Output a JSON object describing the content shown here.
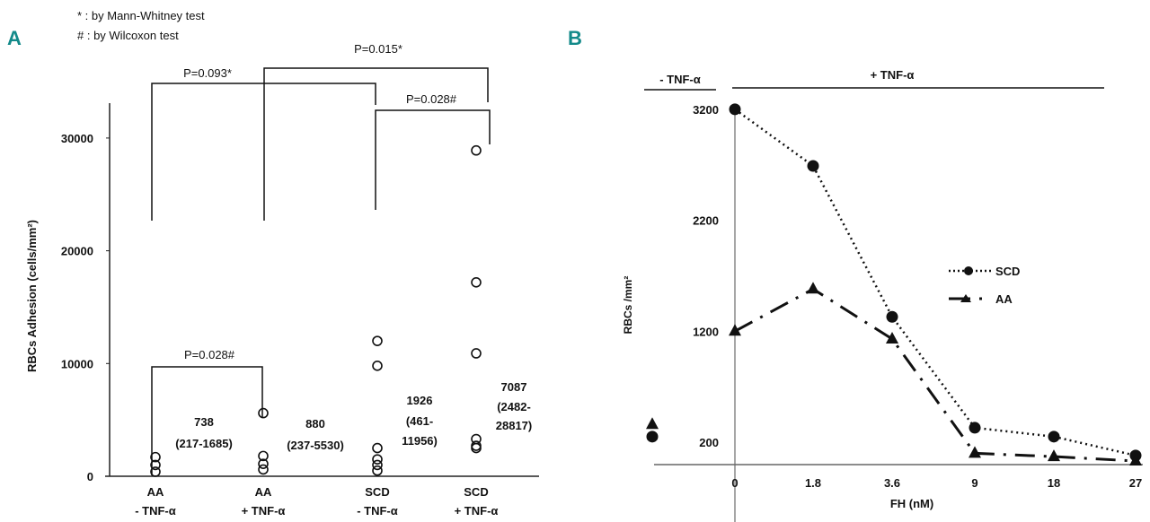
{
  "panel_labels": {
    "a": "A",
    "b": "B"
  },
  "chart_data": [
    {
      "type": "scatter",
      "panel": "A",
      "ylabel": "RBCs Adhesion (cells/mm²)",
      "ylim": [
        0,
        33000
      ],
      "yticks": [
        "0",
        "10000",
        "20000",
        "30000"
      ],
      "ytick_values": [
        0,
        10000,
        20000,
        30000
      ],
      "legend_notes": [
        "* : by Mann-Whitney test",
        "# : by Wilcoxon test"
      ],
      "categories": [
        {
          "line1": "AA",
          "line2": "- TNF-α",
          "values": [
            1700,
            1000,
            400
          ],
          "median": "738",
          "range": "(217-1685)"
        },
        {
          "line1": "AA",
          "line2": "+ TNF-α",
          "values": [
            5600,
            1800,
            1100,
            600
          ],
          "median": "880",
          "range": "(237-5530)"
        },
        {
          "line1": "SCD",
          "line2": "- TNF-α",
          "values": [
            12000,
            9800,
            2500,
            1500,
            1000,
            500
          ],
          "median": "1926",
          "range_a": "(461-",
          "range_b": "11956)"
        },
        {
          "line1": "SCD",
          "line2": "+ TNF-α",
          "values": [
            28900,
            17200,
            10900,
            3300,
            2700,
            2500
          ],
          "median": "7087",
          "range_a": "(2482-",
          "range_b": "28817)"
        }
      ],
      "comparisons": [
        {
          "label": "P=0.093*"
        },
        {
          "label": "P=0.015*"
        },
        {
          "label": "P=0.028#"
        },
        {
          "label": "P=0.028#"
        }
      ]
    },
    {
      "type": "line",
      "panel": "B",
      "xlabel": "FH (nM)",
      "ylabel": "RBCs /mm²",
      "x": [
        "0",
        "1.8",
        "3.6",
        "9",
        "18",
        "27"
      ],
      "yticks": [
        "200",
        "1200",
        "2200",
        "3200"
      ],
      "ytick_values": [
        200,
        1200,
        2200,
        3200
      ],
      "ylim": [
        0,
        3200
      ],
      "condition_minus": "- TNF-α",
      "condition_plus": "+ TNF-α",
      "series": [
        {
          "name": "SCD",
          "marker": "circle",
          "style": "dotted",
          "values": [
            3200,
            2690,
            1330,
            330,
            250,
            80
          ],
          "no_tnf_value": 250
        },
        {
          "name": "AA",
          "marker": "triangle",
          "style": "dash-dot",
          "values": [
            1200,
            1580,
            1130,
            100,
            70,
            30
          ],
          "no_tnf_value": 360
        }
      ],
      "legend_position": "center-right"
    }
  ]
}
